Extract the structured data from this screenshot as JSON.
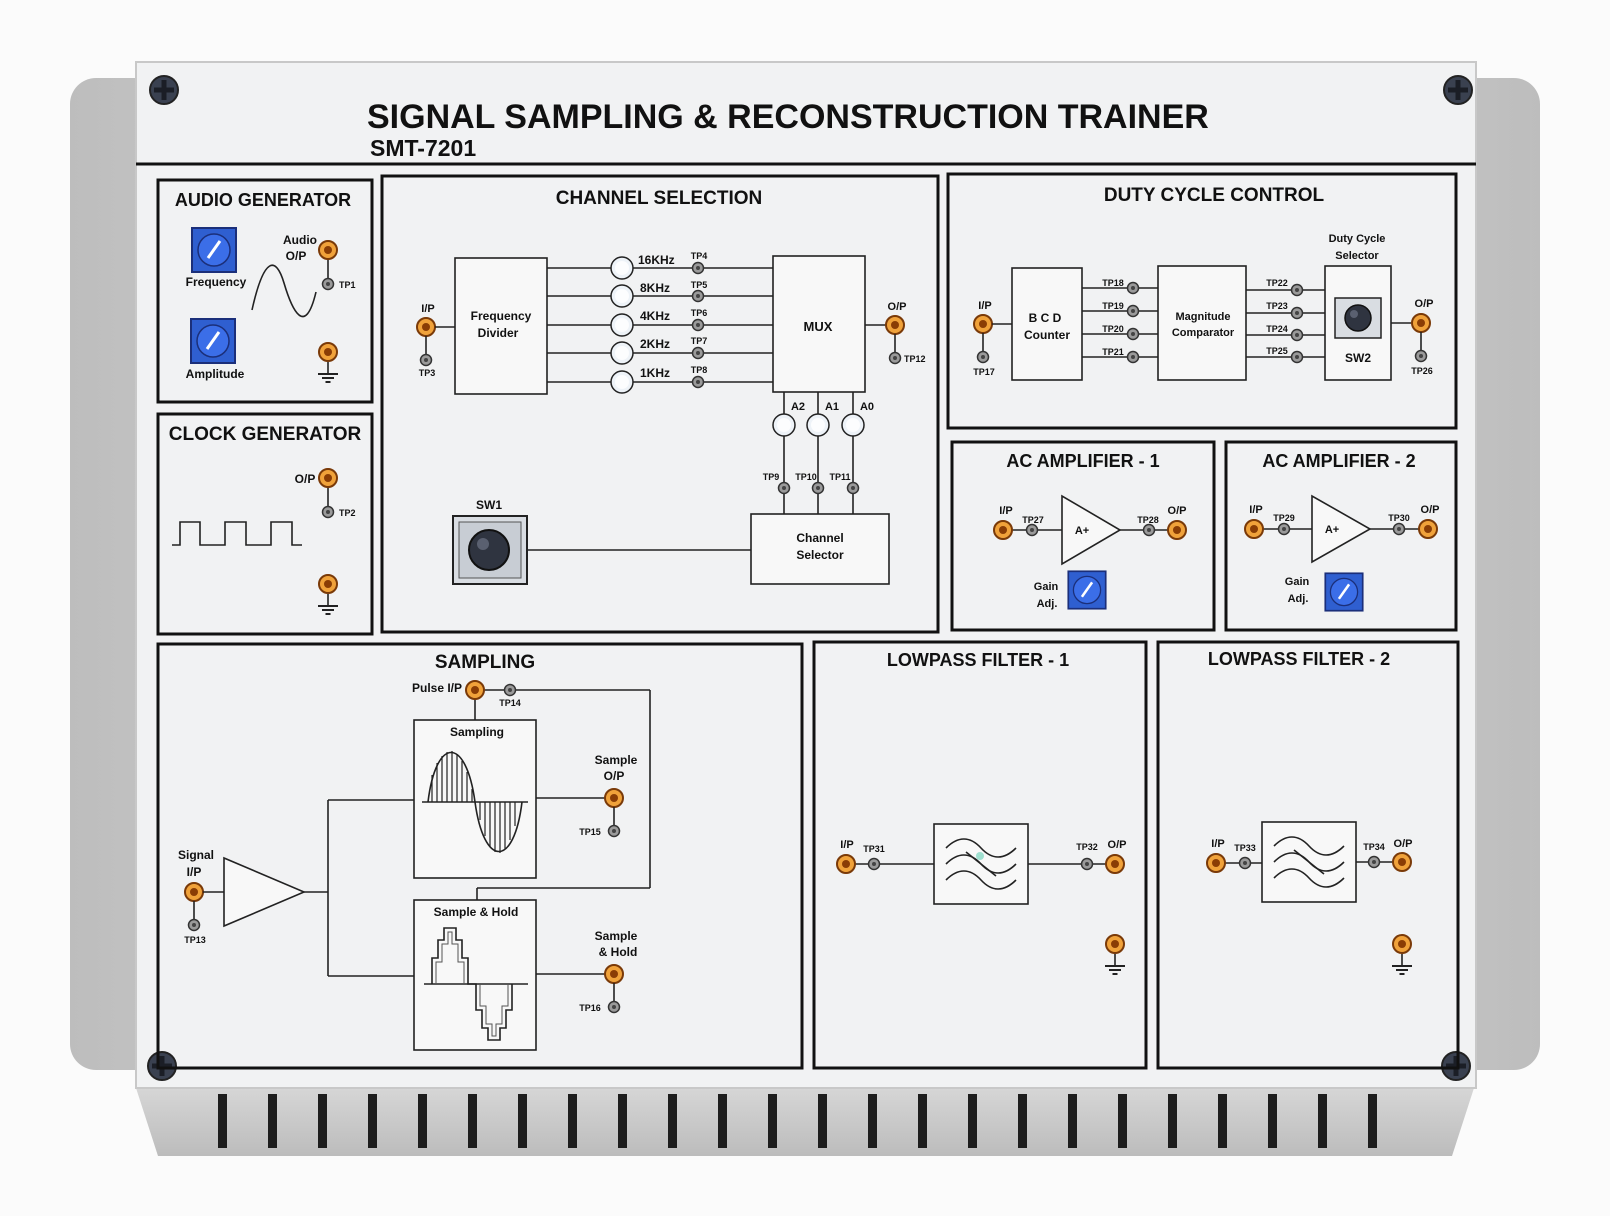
{
  "header": {
    "title": "SIGNAL SAMPLING & RECONSTRUCTION TRAINER",
    "model": "SMT-7201"
  },
  "audio_generator": {
    "title": "AUDIO GENERATOR",
    "frequency_label": "Frequency",
    "amplitude_label": "Amplitude",
    "audio_label_1": "Audio",
    "audio_label_2": "O/P",
    "tp": "TP1"
  },
  "clock_generator": {
    "title": "CLOCK GENERATOR",
    "op_label": "O/P",
    "tp": "TP2"
  },
  "channel_selection": {
    "title": "CHANNEL SELECTION",
    "ip_label": "I/P",
    "tp_in": "TP3",
    "divider_1": "Frequency",
    "divider_2": "Divider",
    "freqs": [
      "16KHz",
      "8KHz",
      "4KHz",
      "2KHz",
      "1KHz"
    ],
    "tps": [
      "TP4",
      "TP5",
      "TP6",
      "TP7",
      "TP8"
    ],
    "mux": "MUX",
    "op_label": "O/P",
    "tp_out": "TP12",
    "addr": [
      "A2",
      "A1",
      "A0"
    ],
    "addr_tps": [
      "TP9",
      "TP10",
      "TP11"
    ],
    "switch_label": "SW1",
    "selector_1": "Channel",
    "selector_2": "Selector"
  },
  "duty_cycle": {
    "title": "DUTY CYCLE CONTROL",
    "ip_label": "I/P",
    "tp_in": "TP17",
    "bcd_1": "B C D",
    "bcd_2": "Counter",
    "tps_left": [
      "TP18",
      "TP19",
      "TP20",
      "TP21"
    ],
    "comp_1": "Magnitude",
    "comp_2": "Comparator",
    "tps_right": [
      "TP22",
      "TP23",
      "TP24",
      "TP25"
    ],
    "sel_1": "Duty Cycle",
    "sel_2": "Selector",
    "switch_label": "SW2",
    "op_label": "O/P",
    "tp_out": "TP26"
  },
  "ac_amp_1": {
    "title": "AC AMPLIFIER - 1",
    "ip_label": "I/P",
    "tp_in": "TP27",
    "amp": "A+",
    "tp_out": "TP28",
    "op_label": "O/P",
    "gain_1": "Gain",
    "gain_2": "Adj."
  },
  "ac_amp_2": {
    "title": "AC AMPLIFIER - 2",
    "ip_label": "I/P",
    "tp_in": "TP29",
    "amp": "A+",
    "tp_out": "TP30",
    "op_label": "O/P",
    "gain_1": "Gain",
    "gain_2": "Adj."
  },
  "sampling": {
    "title": "SAMPLING",
    "pulse_label": "Pulse I/P",
    "tp_pulse": "TP14",
    "sampling_block": "Sampling",
    "sample_op_1": "Sample",
    "sample_op_2": "O/P",
    "tp_sample": "TP15",
    "signal_1": "Signal",
    "signal_2": "I/P",
    "tp_signal": "TP13",
    "sh_block": "Sample & Hold",
    "sh_op_1": "Sample",
    "sh_op_2": "& Hold",
    "tp_sh": "TP16"
  },
  "lpf_1": {
    "title": "LOWPASS FILTER - 1",
    "ip_label": "I/P",
    "tp_in": "TP31",
    "tp_out": "TP32",
    "op_label": "O/P"
  },
  "lpf_2": {
    "title": "LOWPASS FILTER - 2",
    "ip_label": "I/P",
    "tp_in": "TP33",
    "tp_out": "TP34",
    "op_label": "O/P"
  },
  "colors": {
    "panel": "#f1f2f3",
    "knob_blue": "#2f5fd0",
    "socket_orange": "#e8792a"
  }
}
